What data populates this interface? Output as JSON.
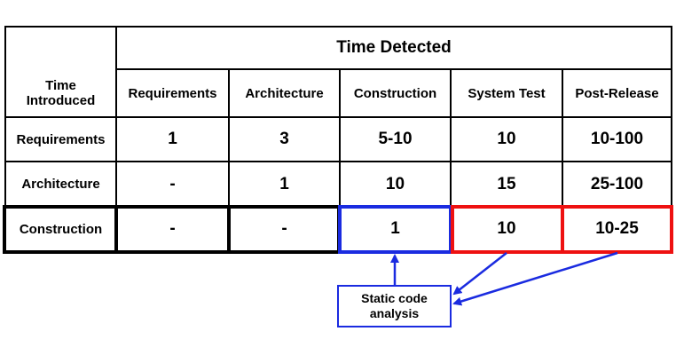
{
  "table": {
    "top_header": "Time Detected",
    "corner_label": "Time Introduced",
    "columns": [
      "Requirements",
      "Architecture",
      "Construction",
      "System Test",
      "Post-Release"
    ],
    "rows": [
      {
        "label": "Requirements",
        "values": [
          "1",
          "3",
          "5-10",
          "10",
          "10-100"
        ]
      },
      {
        "label": "Architecture",
        "values": [
          "-",
          "1",
          "10",
          "15",
          "25-100"
        ]
      },
      {
        "label": "Construction",
        "values": [
          "-",
          "-",
          "1",
          "10",
          "10-25"
        ]
      }
    ]
  },
  "callout": {
    "label": "Static code analysis"
  },
  "colors": {
    "grid": "#000000",
    "highlight_blue": "#1a2be0",
    "highlight_red": "#ee1111",
    "arrow_blue": "#1a2be0"
  }
}
